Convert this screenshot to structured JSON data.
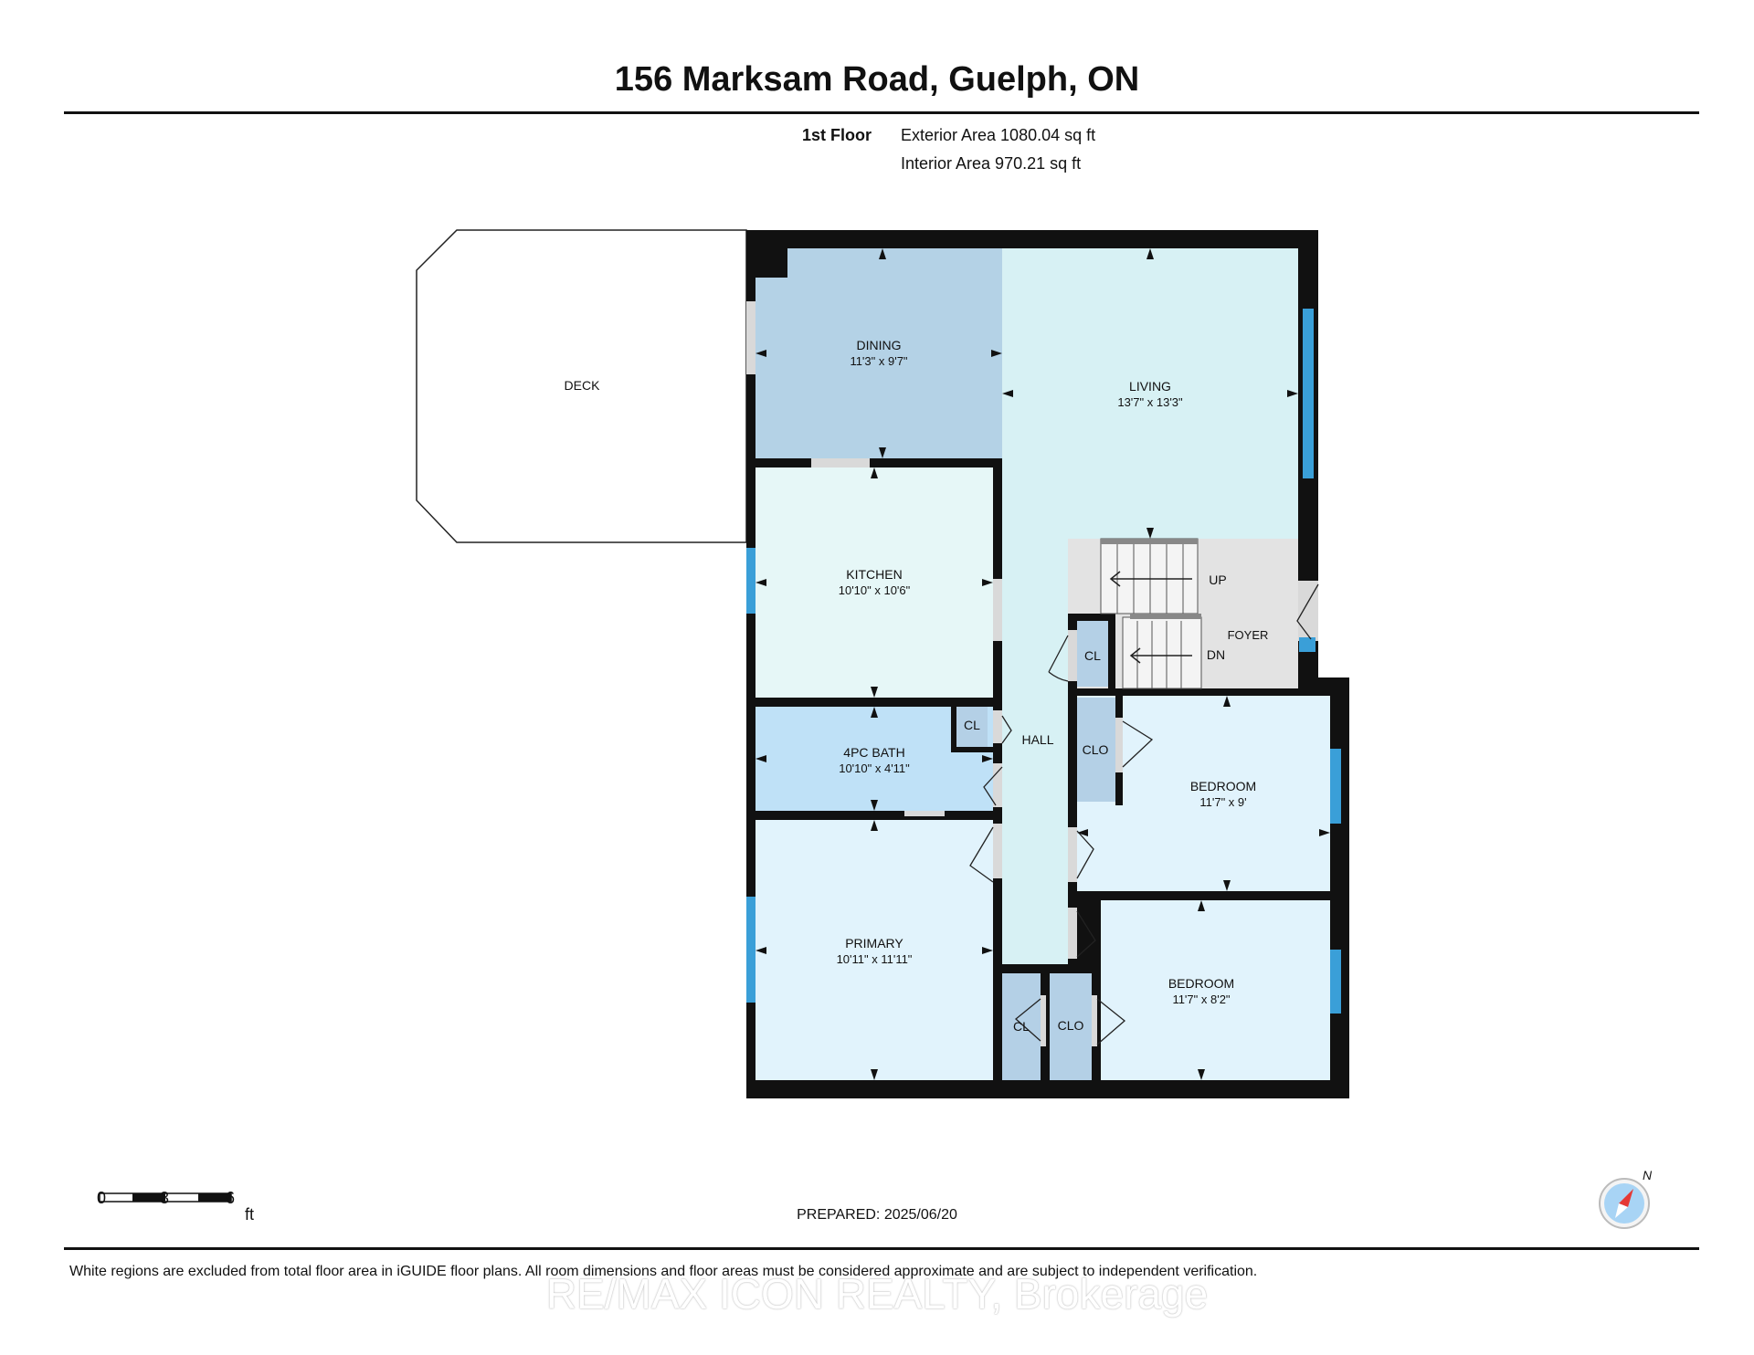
{
  "header": {
    "title": "156 Marksam Road, Guelph, ON",
    "floor_label": "1st Floor",
    "exterior_area": "Exterior Area 1080.04 sq ft",
    "interior_area": "Interior Area 970.21 sq ft"
  },
  "rooms": {
    "deck": {
      "name": "DECK"
    },
    "dining": {
      "name": "DINING",
      "dims": "11'3\" x 9'7\""
    },
    "living": {
      "name": "LIVING",
      "dims": "13'7\" x 13'3\""
    },
    "kitchen": {
      "name": "KITCHEN",
      "dims": "10'10\" x 10'6\""
    },
    "bath": {
      "name": "4PC BATH",
      "dims": "10'10\" x 4'11\""
    },
    "primary": {
      "name": "PRIMARY",
      "dims": "10'11\" x 11'11\""
    },
    "bedroom1": {
      "name": "BEDROOM",
      "dims": "11'7\" x 9'"
    },
    "bedroom2": {
      "name": "BEDROOM",
      "dims": "11'7\" x 8'2\""
    },
    "hall": {
      "name": "HALL"
    },
    "foyer": {
      "name": "FOYER"
    },
    "cl_hall": {
      "name": "CL"
    },
    "cl_bath": {
      "name": "CL"
    },
    "clo_bed1": {
      "name": "CLO"
    },
    "cl_primary": {
      "name": "CL"
    },
    "clo_bed2": {
      "name": "CLO"
    },
    "stairs_up": {
      "name": "UP"
    },
    "stairs_down": {
      "name": "DN"
    }
  },
  "colors": {
    "wall": "#111111",
    "dining": "#b4d2e6",
    "living": "#d7f1f4",
    "kitchen": "#e6f7f7",
    "bath": "#bfe1f7",
    "bedroom": "#e1f3fc",
    "closet": "#b4d0e6",
    "foyer": "#e3e3e3",
    "window": "#3a9fd8",
    "compass_red": "#e53935",
    "compass_blue": "#a8d4f5"
  },
  "scale_bar": {
    "ticks": [
      "0",
      "3",
      "6"
    ],
    "unit": "ft"
  },
  "compass": {
    "north_label": "N",
    "icon": "compass-icon"
  },
  "footer": {
    "prepared": "PREPARED: 2025/06/20",
    "disclaimer": "White regions are excluded from total floor area in iGUIDE floor plans. All room dimensions and floor areas must be considered approximate and are subject to independent verification.",
    "brokerage": "RE/MAX ICON REALTY, Brokerage"
  }
}
